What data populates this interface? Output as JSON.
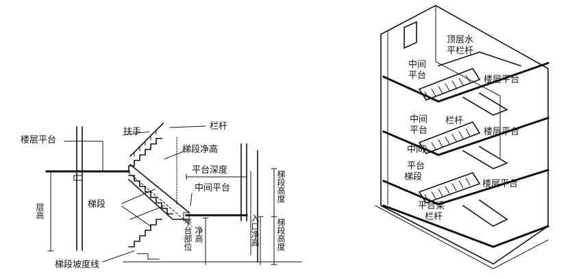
{
  "left_diagram": {
    "labels": {
      "handrail": "扶手",
      "baluster": "栏杆",
      "floor_landing": "楼层平台",
      "stair_clearance": "梯段净高",
      "landing_depth": "平台深度",
      "mid_landing": "中间平台",
      "stair_flight": "梯段",
      "floor_height": "层高",
      "slope_line": "梯段坡度线",
      "landing_clearance_a": "平台部位",
      "landing_clearance_b": "净高",
      "entry_clearance": "入口净高",
      "flight_height": "梯段高度",
      "stair_height": "梯段高度"
    }
  },
  "right_diagram": {
    "labels": {
      "top_rail_a": "顶层水",
      "top_rail_b": "平栏杆",
      "mid_landing_1a": "中间",
      "mid_landing_1b": "平台",
      "floor_landing_1": "楼层平台",
      "mid_landing_2a": "中间",
      "mid_landing_2b": "平台",
      "baluster_2": "栏杆",
      "floor_landing_2": "楼层平台",
      "mid_landing_3a": "中间",
      "mid_landing_3b": "平台",
      "flight": "梯段",
      "floor_landing_3": "楼层平台",
      "landing_beam": "平台梁",
      "baluster_3": "栏杆"
    }
  },
  "colors": {
    "ink": "#111111",
    "paper": "#ffffff"
  }
}
